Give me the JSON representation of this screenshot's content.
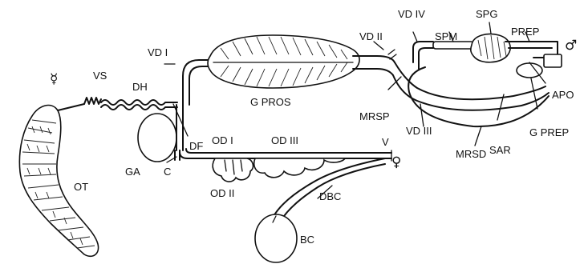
{
  "symbols": {
    "hermaphrodite": "☿",
    "male": "♂",
    "female": "♀"
  },
  "labels": {
    "vs": "VS",
    "dh": "DH",
    "df": "DF",
    "ga": "GA",
    "c": "C",
    "ot": "OT",
    "vd1": "VD I",
    "g_pros": "G PROS",
    "vd2": "VD II",
    "vd3": "VD III",
    "vd4": "VD IV",
    "od1": "OD I",
    "od2": "OD II",
    "od3": "OD III",
    "spm": "SPM",
    "spg": "SPG",
    "prep": "PREP",
    "mrsp": "MRSP",
    "mrsd": "MRSD",
    "sar": "SAR",
    "apo": "APO",
    "g_prep": "G PREP",
    "v": "V",
    "dbc": "DBC",
    "bc": "BC"
  }
}
